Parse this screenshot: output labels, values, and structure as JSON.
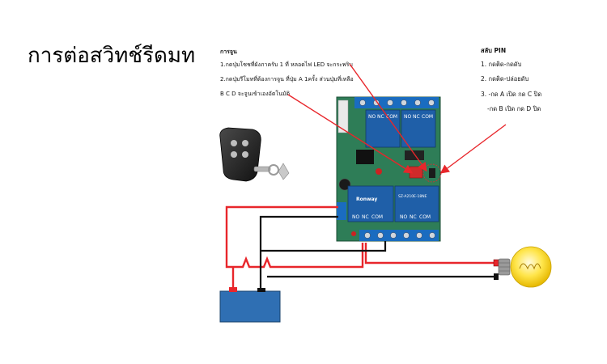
{
  "title": "การต่อสวิทช์รีดมท",
  "instructions": {
    "heading": "การจูน",
    "lines": [
      "1.กดปุ่มโซชที่ผังภาครับ 1 ที่ หลอดไฟ LED จะกระพริบ",
      "2.กดปุ่มรีโมทที่ต้องการจูน ที่ปุ่ม A 1ครั้ง ส่วนปุ่มที่เหลือ",
      "B C D จะจูนเข้าเองอัตโนมัติ"
    ]
  },
  "pin_switch": {
    "heading": "สลับ PIN",
    "lines": [
      "1. กดติด-กดดับ",
      "2. กดติด-ปล่อยดับ",
      "3. -กด A เปิด กด C ปิด",
      "-กด B เปิด กด D ปิด"
    ]
  },
  "relay_labels": {
    "top_left": [
      "NO",
      "NC",
      "COM"
    ],
    "top_right": [
      "NO",
      "NC",
      "COM"
    ],
    "bottom_left": [
      "NO",
      "NC",
      "COM"
    ],
    "bottom_right": [
      "NO",
      "NC",
      "COM"
    ],
    "brand": "Ronway",
    "model": "SZ-A210E-18NE"
  },
  "colors": {
    "pcb": "#2e7d57",
    "relay": "#1f5fa8",
    "terminal": "#1a6cc0",
    "wire_red": "#e8262b",
    "wire_black": "#111111",
    "battery": "#2f6fb3",
    "bulb": "#f5d300",
    "arrow": "#e8262b"
  },
  "icons": [
    "remote-key-fob",
    "battery",
    "light-bulb",
    "pcb-board"
  ]
}
